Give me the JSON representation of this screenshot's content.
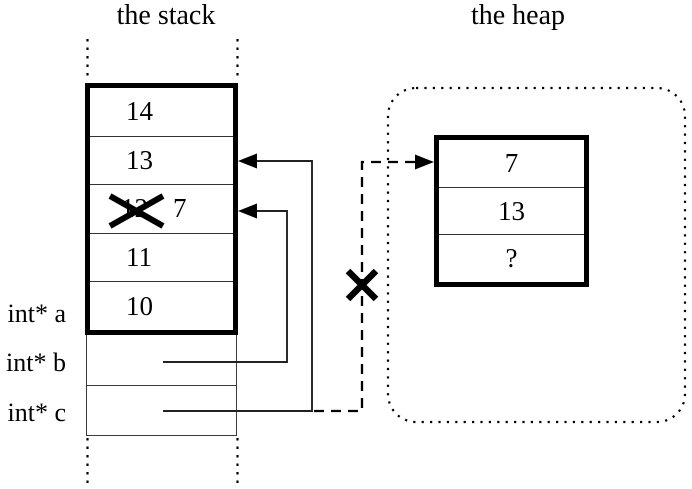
{
  "colors": {
    "ink": "#000000",
    "thin_line": "#333333",
    "background": "#ffffff"
  },
  "stack": {
    "title": "the stack",
    "frame_cells": [
      {
        "value": "14"
      },
      {
        "value": "13"
      },
      {
        "value": "12",
        "crossed_out": true,
        "new_value": "7"
      },
      {
        "value": "11"
      },
      {
        "value": "10"
      }
    ],
    "pointer_variables": [
      {
        "label": "int* a"
      },
      {
        "label": "int* b"
      },
      {
        "label": "int* c"
      }
    ]
  },
  "heap": {
    "title": "the heap",
    "block_cells": [
      {
        "value": "7"
      },
      {
        "value": "13"
      },
      {
        "value": "?"
      }
    ]
  },
  "connectors": [
    {
      "from": "int* b slot",
      "to": "stack cell with crossed-out 12 (now 7)",
      "style": "solid",
      "arrowhead": "left, into stack right edge"
    },
    {
      "from": "int* c slot",
      "to": "stack cell 13",
      "style": "solid",
      "arrowhead": "left, into stack right edge"
    },
    {
      "from": "int* c slot",
      "to": "heap cell 7",
      "style": "dashed",
      "crossed_out": true,
      "arrowhead": "right, into heap block left edge"
    }
  ]
}
